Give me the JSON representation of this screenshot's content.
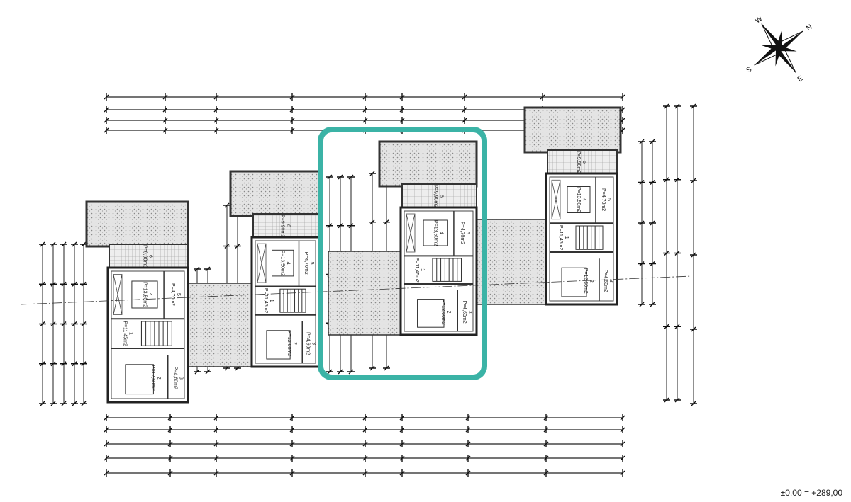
{
  "plan": {
    "elevation_note": "±0,00 = +289,00",
    "compass": {
      "north": "N",
      "south": "S",
      "east": "E",
      "west": "W"
    },
    "highlight_color": "#3bb3a6",
    "units": [
      {
        "rooms": [
          {
            "no": "6",
            "area": "P=9,90m2"
          },
          {
            "no": "4",
            "area": "P=13,50m2"
          },
          {
            "no": "5",
            "area": "P=4,70m2"
          },
          {
            "no": "1",
            "area": "P=11,45m2"
          },
          {
            "no": "2",
            "area": "P=12,60m2"
          },
          {
            "no": "3",
            "area": "P=4,60m2"
          }
        ]
      },
      {
        "rooms": [
          {
            "no": "6",
            "area": "P=9,90m2"
          },
          {
            "no": "4",
            "area": "P=13,50m2"
          },
          {
            "no": "5",
            "area": "P=4,70m2"
          },
          {
            "no": "1",
            "area": "P=11,45m2"
          },
          {
            "no": "2",
            "area": "P=12,60m2"
          },
          {
            "no": "3",
            "area": "P=4,60m2"
          }
        ]
      },
      {
        "rooms": [
          {
            "no": "6",
            "area": "P=9,90m2"
          },
          {
            "no": "4",
            "area": "P=13,50m2"
          },
          {
            "no": "5",
            "area": "P=4,70m2"
          },
          {
            "no": "1",
            "area": "P=11,45m2"
          },
          {
            "no": "2",
            "area": "P=12,60m2"
          },
          {
            "no": "3",
            "area": "P=4,60m2"
          }
        ]
      },
      {
        "rooms": [
          {
            "no": "6",
            "area": "P=9,90m2"
          },
          {
            "no": "4",
            "area": "P=13,50m2"
          },
          {
            "no": "5",
            "area": "P=4,70m2"
          },
          {
            "no": "1",
            "area": "P=11,45m2"
          },
          {
            "no": "2",
            "area": "P=12,60m2"
          },
          {
            "no": "3",
            "area": "P=4,60m2"
          }
        ]
      }
    ]
  }
}
